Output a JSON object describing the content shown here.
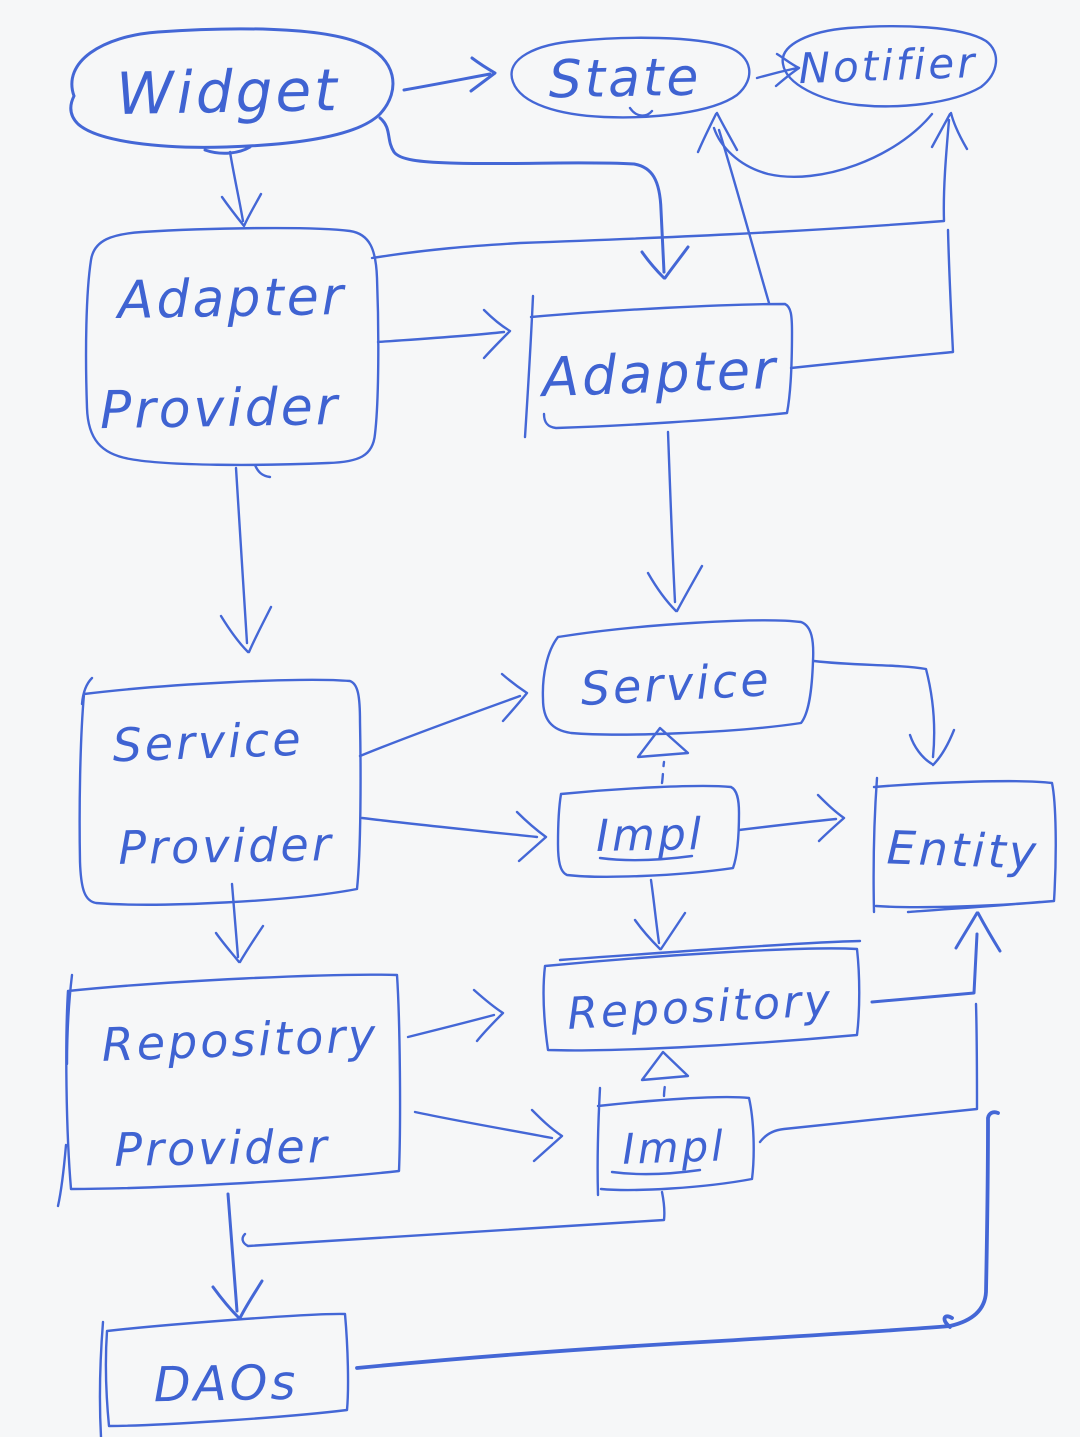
{
  "canvas": {
    "background_color": "#f6f7f8",
    "ink_color": "#4467d6",
    "style": "hand-drawn whiteboard sketch"
  },
  "nodes": {
    "widget": {
      "label": "Widget",
      "shape": "oval"
    },
    "state": {
      "label": "State",
      "shape": "oval"
    },
    "notifier": {
      "label": "Notifier",
      "shape": "oval"
    },
    "adapter_provider": {
      "label": "Adapter Provider",
      "lines": [
        "Adapter",
        "Provider"
      ],
      "shape": "rounded-rect"
    },
    "adapter": {
      "label": "Adapter",
      "shape": "rect"
    },
    "service_provider": {
      "label": "Service Provider",
      "lines": [
        "Service",
        "Provider"
      ],
      "shape": "rect"
    },
    "service": {
      "label": "Service",
      "shape": "rounded-rect"
    },
    "service_impl": {
      "label": "Impl",
      "shape": "rect"
    },
    "entity": {
      "label": "Entity",
      "shape": "rect"
    },
    "repository_provider": {
      "label": "Repository Provider",
      "lines": [
        "Repository",
        "Provider"
      ],
      "shape": "rect"
    },
    "repository": {
      "label": "Repository",
      "shape": "rect"
    },
    "repository_impl": {
      "label": "Impl",
      "shape": "rect"
    },
    "daos": {
      "label": "DAOs",
      "shape": "rect"
    }
  },
  "edges": [
    {
      "from": "widget",
      "to": "state",
      "style": "solid-arrow"
    },
    {
      "from": "state",
      "to": "notifier",
      "style": "solid-arrow"
    },
    {
      "from": "notifier",
      "to": "state",
      "style": "curved-arrow"
    },
    {
      "from": "widget",
      "to": "adapter_provider",
      "style": "solid-arrow"
    },
    {
      "from": "widget",
      "to": "adapter",
      "style": "solid-arrow"
    },
    {
      "from": "adapter_provider",
      "to": "adapter",
      "style": "solid-arrow"
    },
    {
      "from": "adapter_provider",
      "to": "notifier",
      "style": "solid-arrow"
    },
    {
      "from": "adapter",
      "to": "state",
      "style": "solid-arrow"
    },
    {
      "from": "adapter",
      "to": "notifier",
      "style": "solid-line-merging"
    },
    {
      "from": "adapter",
      "to": "service",
      "style": "solid-arrow"
    },
    {
      "from": "adapter_provider",
      "to": "service_provider",
      "style": "solid-arrow"
    },
    {
      "from": "service_provider",
      "to": "service",
      "style": "solid-arrow"
    },
    {
      "from": "service_provider",
      "to": "service_impl",
      "style": "solid-arrow"
    },
    {
      "from": "service_impl",
      "to": "service",
      "style": "dashed-hollow-arrow-implements"
    },
    {
      "from": "service_impl",
      "to": "entity",
      "style": "solid-arrow"
    },
    {
      "from": "service",
      "to": "entity",
      "style": "solid-arrow"
    },
    {
      "from": "service_provider",
      "to": "repository_provider",
      "style": "solid-arrow"
    },
    {
      "from": "service_impl",
      "to": "repository",
      "style": "solid-arrow"
    },
    {
      "from": "repository_provider",
      "to": "repository",
      "style": "solid-arrow"
    },
    {
      "from": "repository_provider",
      "to": "repository_impl",
      "style": "solid-arrow"
    },
    {
      "from": "repository_impl",
      "to": "repository",
      "style": "dashed-hollow-arrow-implements"
    },
    {
      "from": "repository",
      "to": "entity",
      "style": "solid-arrow"
    },
    {
      "from": "repository_impl",
      "to": "entity",
      "style": "solid-line-merging"
    },
    {
      "from": "daos",
      "to": "entity",
      "style": "solid-line-merging"
    },
    {
      "from": "repository_provider",
      "to": "daos",
      "style": "solid-arrow"
    },
    {
      "from": "repository_impl",
      "to": "daos",
      "style": "solid-line-merging"
    }
  ]
}
